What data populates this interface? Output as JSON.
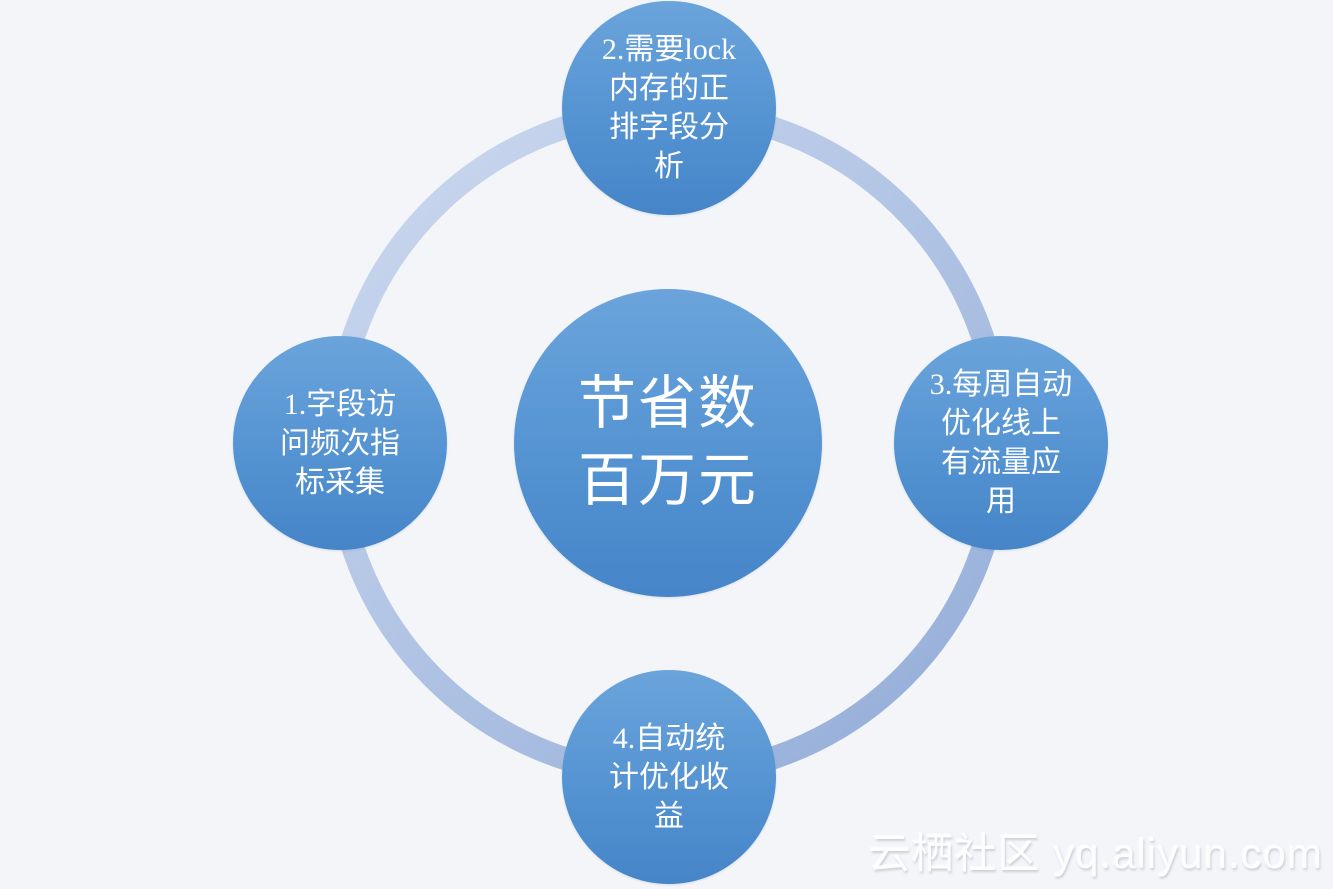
{
  "diagram": {
    "type": "cycle",
    "center_node": {
      "label": "节省数\n百万元"
    },
    "nodes": [
      {
        "id": "1",
        "position": "left",
        "label": "1.字段访\n问频次指\n标采集"
      },
      {
        "id": "2",
        "position": "top",
        "label": "2.需要lock\n内存的正\n排字段分\n析"
      },
      {
        "id": "3",
        "position": "right",
        "label": "3.每周自动\n优化线上\n有流量应\n用"
      },
      {
        "id": "4",
        "position": "bottom",
        "label": "4.自动统\n计优化收\n益"
      }
    ],
    "colors": {
      "background": "#f3f5f8",
      "node_fill_top": "#6ba4db",
      "node_fill_bottom": "#4585c8",
      "ring_light": "#cdd9f0",
      "ring_dark": "#96afd9",
      "text": "#ffffff"
    }
  },
  "watermark": {
    "text": "云栖社区 yq.aliyun.com"
  }
}
